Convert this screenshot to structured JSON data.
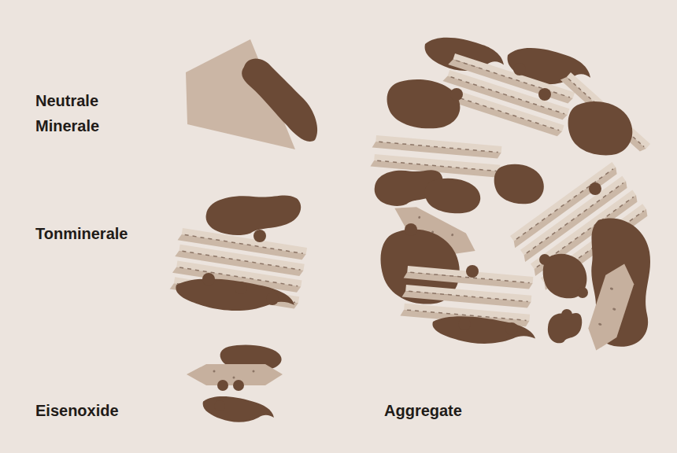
{
  "diagram": {
    "labels": [
      "Neutrale Minerale",
      "Tonminerale",
      "Eisenoxide",
      "Aggregate"
    ]
  }
}
